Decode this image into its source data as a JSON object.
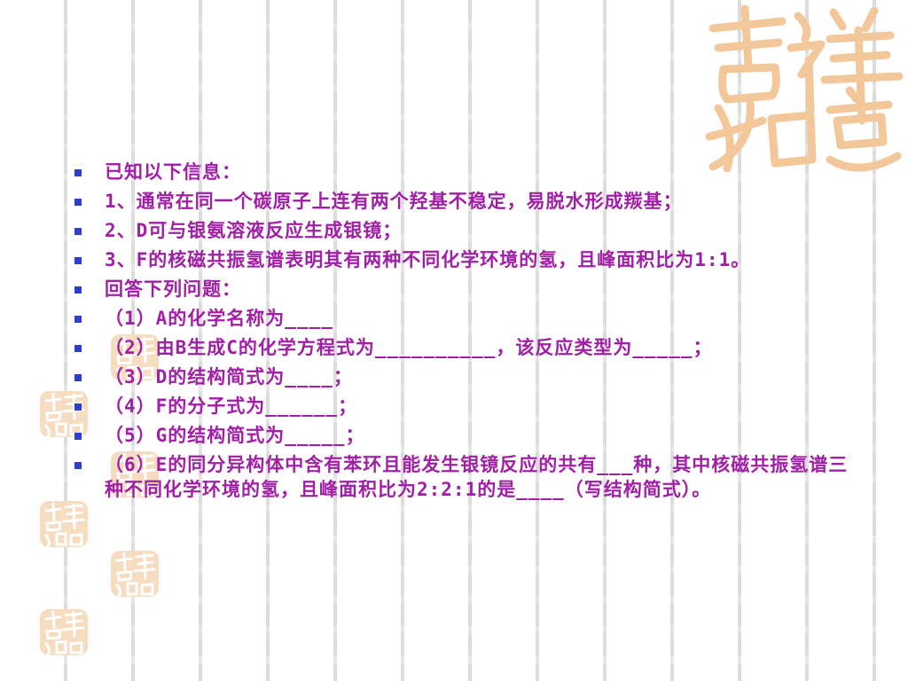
{
  "slide": {
    "decor": {
      "seal_text": "吉祥如意",
      "seal_color": "#f2c79a"
    },
    "items": [
      "已知以下信息：",
      "1、通常在同一个碳原子上连有两个羟基不稳定，易脱水形成羰基；",
      "2、D可与银氨溶液反应生成银镜；",
      "3、F的核磁共振氢谱表明其有两种不同化学环境的氢，且峰面积比为1:1。",
      "回答下列问题：",
      "（1）A的化学名称为____",
      "（2）由B生成C的化学方程式为__________，该反应类型为_____；",
      "（3）D的结构简式为____；",
      "（4）F的分子式为______；",
      "（5）G的结构简式为_____；",
      "（6）E的同分异构体中含有苯环且能发生银镜反应的共有___种，其中核磁共振氢谱三种不同化学环境的氢，且峰面积比为2:2:1的是____（写结构简式）。"
    ]
  }
}
